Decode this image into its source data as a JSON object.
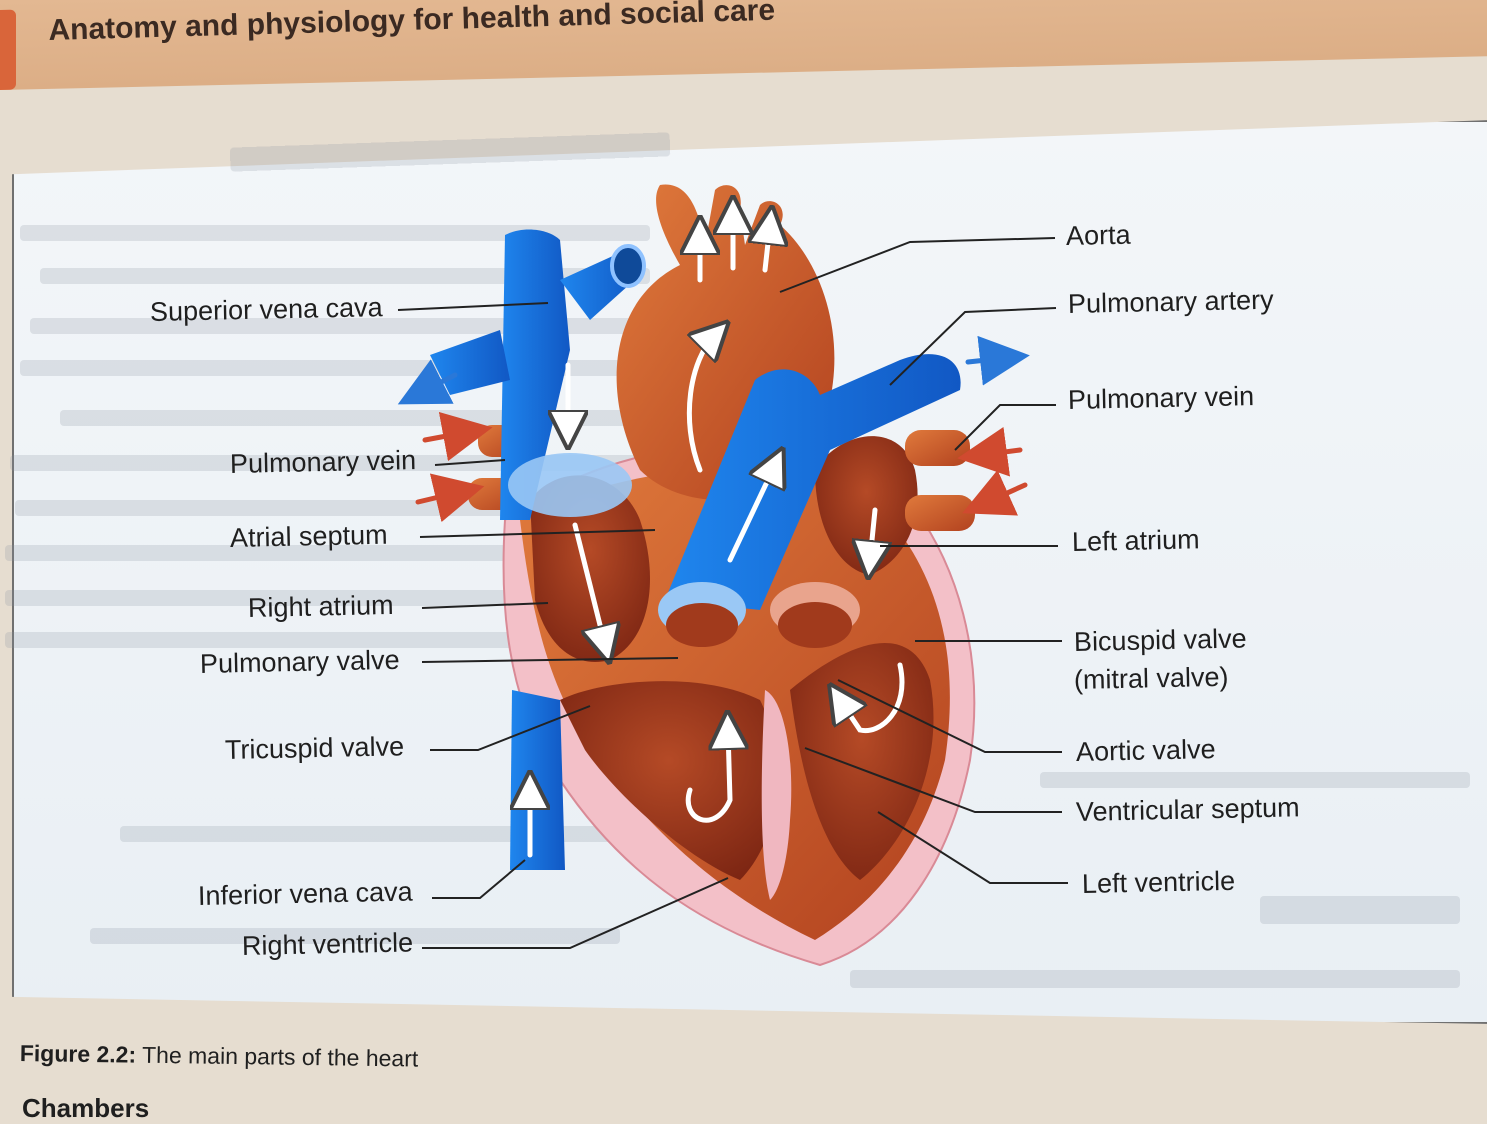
{
  "header": {
    "title": "Anatomy and physiology for health and social care"
  },
  "figure": {
    "caption_label": "Figure 2.2:",
    "caption_text": "The main parts of the heart",
    "labels_left": [
      "Superior vena cava",
      "Pulmonary vein",
      "Atrial septum",
      "Right atrium",
      "Pulmonary valve",
      "Tricuspid valve",
      "Inferior vena cava",
      "Right ventricle"
    ],
    "labels_right": [
      "Aorta",
      "Pulmonary artery",
      "Pulmonary vein",
      "Left atrium",
      "Bicuspid valve",
      "(mitral valve)",
      "Aortic valve",
      "Ventricular septum",
      "Left ventricle"
    ]
  },
  "next_section": {
    "heading": "Chambers"
  },
  "colors": {
    "oxygenated": "#c8552b",
    "deoxygenated": "#1a6fd6",
    "pericardium": "#f2b9c2",
    "arrow_red": "#d04a2f",
    "arrow_blue": "#2a78d8"
  }
}
